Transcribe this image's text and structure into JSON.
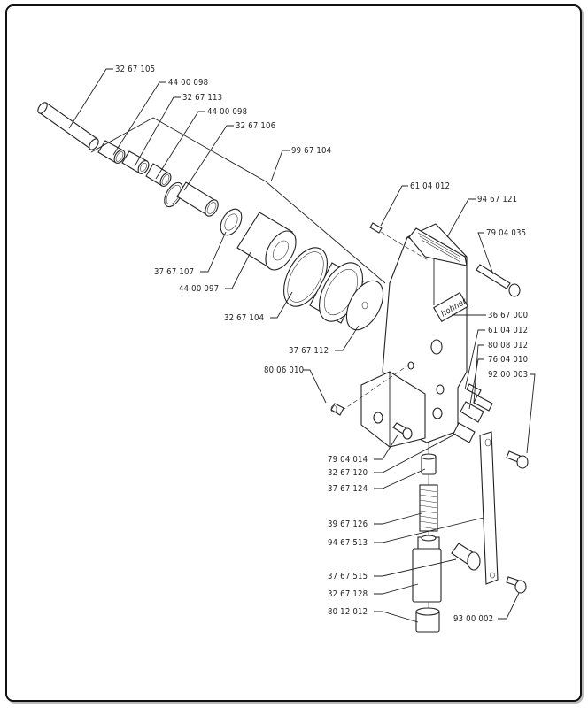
{
  "diagram": {
    "type": "exploded-parts-view",
    "brand_plate": "hohner",
    "labels": [
      {
        "id": "l1",
        "text": "32 67 105"
      },
      {
        "id": "l2",
        "text": "44 00 098"
      },
      {
        "id": "l3",
        "text": "32 67 113"
      },
      {
        "id": "l4",
        "text": "44 00 098"
      },
      {
        "id": "l5",
        "text": "32 67 106"
      },
      {
        "id": "l6",
        "text": "99 67 104"
      },
      {
        "id": "l7",
        "text": "61 04 012"
      },
      {
        "id": "l8",
        "text": "94 67 121"
      },
      {
        "id": "l9",
        "text": "79 04 035"
      },
      {
        "id": "l10",
        "text": "37 67 107"
      },
      {
        "id": "l11",
        "text": "44 00 097"
      },
      {
        "id": "l12",
        "text": "32 67 104"
      },
      {
        "id": "l13",
        "text": "37 67 112"
      },
      {
        "id": "l14",
        "text": "36 67 000"
      },
      {
        "id": "l15",
        "text": "61 04 012"
      },
      {
        "id": "l16",
        "text": "80 08 012"
      },
      {
        "id": "l17",
        "text": "76 04 010"
      },
      {
        "id": "l18",
        "text": "92 00 003"
      },
      {
        "id": "l19",
        "text": "80 06 010"
      },
      {
        "id": "l20",
        "text": "79 04 014"
      },
      {
        "id": "l21",
        "text": "32 67 120"
      },
      {
        "id": "l22",
        "text": "37 67 124"
      },
      {
        "id": "l23",
        "text": "39 67 126"
      },
      {
        "id": "l24",
        "text": "94 67 513"
      },
      {
        "id": "l25",
        "text": "37 67 515"
      },
      {
        "id": "l26",
        "text": "32 67 128"
      },
      {
        "id": "l27",
        "text": "80 12 012"
      },
      {
        "id": "l28",
        "text": "93 00 002"
      }
    ]
  }
}
